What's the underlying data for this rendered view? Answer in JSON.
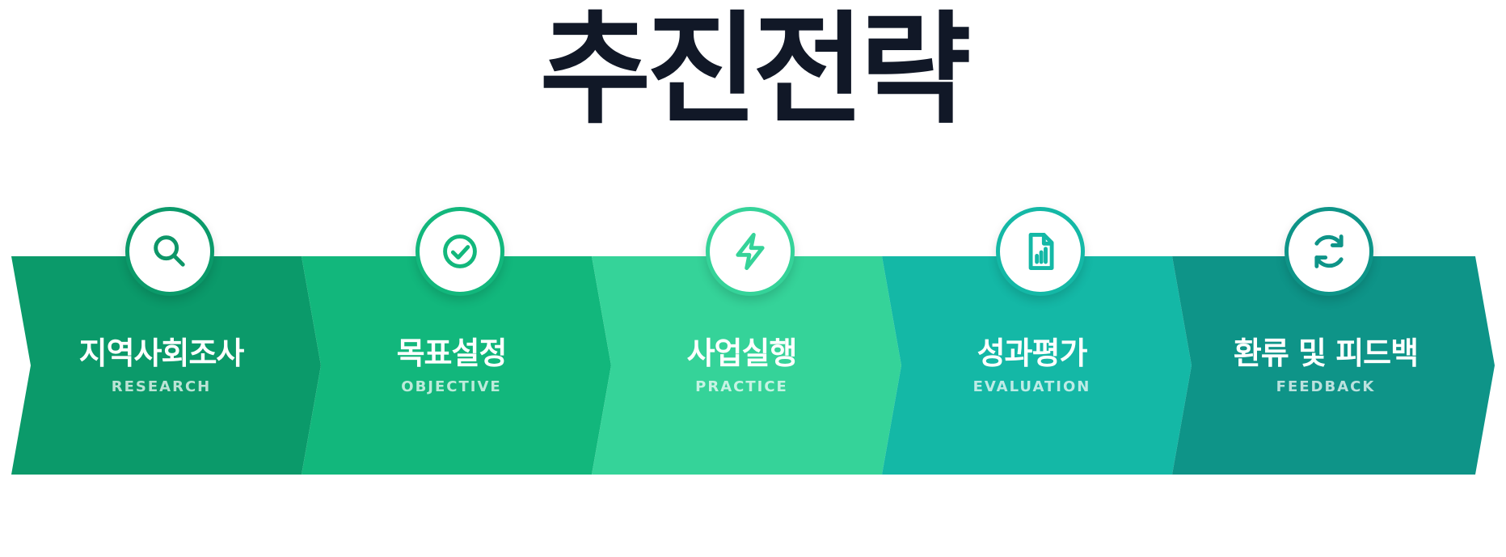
{
  "page": {
    "title": "추진전략"
  },
  "strategy": {
    "stages": [
      {
        "title": "지역사회조사",
        "subtitle": "RESEARCH",
        "icon": "search-icon",
        "color": "#0b9a6a",
        "icon_color": "#0d9668"
      },
      {
        "title": "목표설정",
        "subtitle": "OBJECTIVE",
        "icon": "check-circle-icon",
        "color": "#12b77c",
        "icon_color": "#12b77c"
      },
      {
        "title": "사업실행",
        "subtitle": "PRACTICE",
        "icon": "lightning-icon",
        "color": "#35d399",
        "icon_color": "#35d399"
      },
      {
        "title": "성과평가",
        "subtitle": "EVALUATION",
        "icon": "report-document-icon",
        "color": "#14b8a6",
        "icon_color": "#14b8a6"
      },
      {
        "title": "환류 및 피드백",
        "subtitle": "FEEDBACK",
        "icon": "refresh-icon",
        "color": "#0e9488",
        "icon_color": "#0e9488"
      }
    ]
  }
}
